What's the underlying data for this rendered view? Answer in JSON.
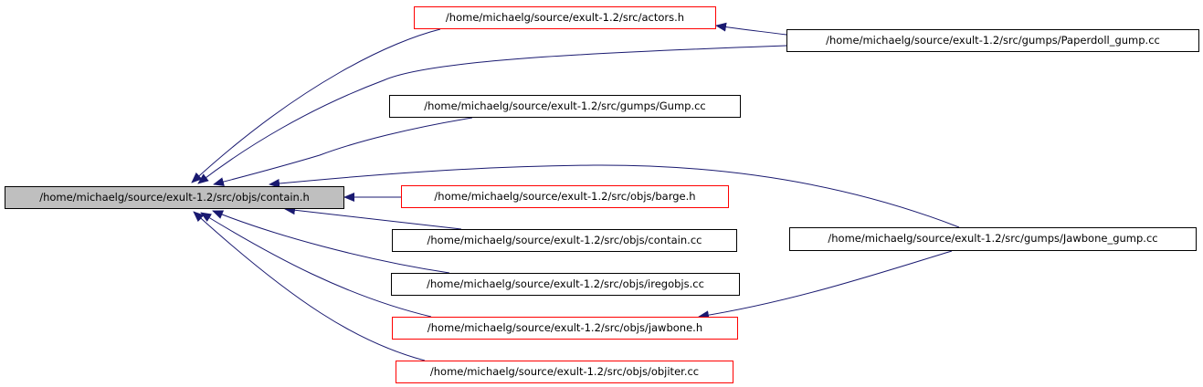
{
  "colors": {
    "edge": "#191970",
    "root_fill": "#bfbfbf",
    "red_border": "#ff0000",
    "black_border": "#000000"
  },
  "nodes": {
    "root": {
      "label": "/home/michaelg/source/exult-1.2/src/objs/contain.h"
    },
    "actors_h": {
      "label": "/home/michaelg/source/exult-1.2/src/actors.h"
    },
    "paperdoll_gump_cc": {
      "label": "/home/michaelg/source/exult-1.2/src/gumps/Paperdoll_gump.cc"
    },
    "gump_cc": {
      "label": "/home/michaelg/source/exult-1.2/src/gumps/Gump.cc"
    },
    "barge_h": {
      "label": "/home/michaelg/source/exult-1.2/src/objs/barge.h"
    },
    "contain_cc": {
      "label": "/home/michaelg/source/exult-1.2/src/objs/contain.cc"
    },
    "iregobjs_cc": {
      "label": "/home/michaelg/source/exult-1.2/src/objs/iregobjs.cc"
    },
    "jawbone_h": {
      "label": "/home/michaelg/source/exult-1.2/src/objs/jawbone.h"
    },
    "objiter_cc": {
      "label": "/home/michaelg/source/exult-1.2/src/objs/objiter.cc"
    },
    "jawbone_gump_cc": {
      "label": "/home/michaelg/source/exult-1.2/src/gumps/Jawbone_gump.cc"
    }
  },
  "edges": [
    {
      "from": "actors_h",
      "to": "root"
    },
    {
      "from": "paperdoll_gump_cc",
      "to": "root"
    },
    {
      "from": "gump_cc",
      "to": "root"
    },
    {
      "from": "jawbone_gump_cc",
      "to": "root"
    },
    {
      "from": "barge_h",
      "to": "root"
    },
    {
      "from": "contain_cc",
      "to": "root"
    },
    {
      "from": "iregobjs_cc",
      "to": "root"
    },
    {
      "from": "jawbone_h",
      "to": "root"
    },
    {
      "from": "objiter_cc",
      "to": "root"
    },
    {
      "from": "paperdoll_gump_cc",
      "to": "actors_h"
    },
    {
      "from": "jawbone_gump_cc",
      "to": "jawbone_h"
    }
  ]
}
